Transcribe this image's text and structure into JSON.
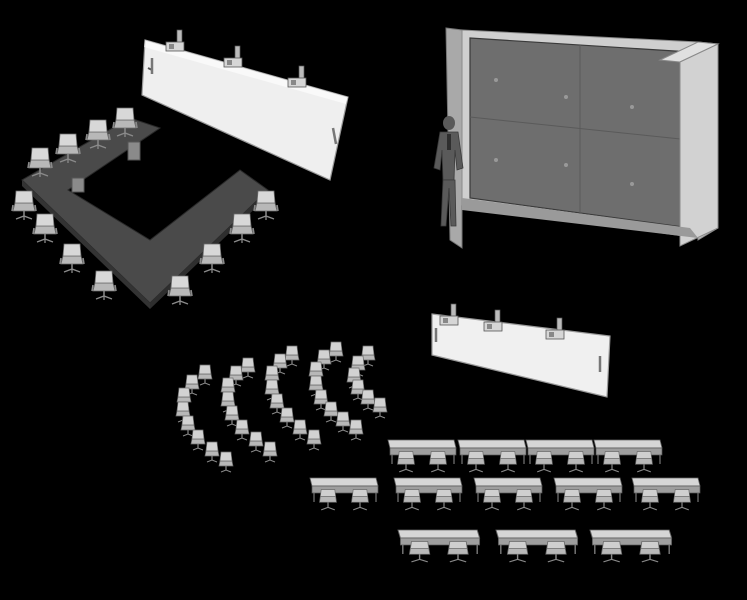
{
  "scene": {
    "background": "#000000",
    "colors": {
      "board_face": "#eeeeee",
      "table_top": "#4a4a4a",
      "chair": "#bdbdbd",
      "projector": "#d0d0d0",
      "wall_panel": "#6e6e6e",
      "wall_frame": "#cfcfcf",
      "person": "#5a5a5a",
      "desk": "#bfbfbf"
    },
    "groups": [
      {
        "id": "u-shaped-boardroom",
        "icon": "conference-table-icon"
      },
      {
        "id": "video-wall",
        "icon": "display-wall-icon"
      },
      {
        "id": "small-whiteboard",
        "icon": "whiteboard-icon"
      },
      {
        "id": "auditorium-arcs",
        "icon": "theater-seating-icon"
      },
      {
        "id": "classroom-desks",
        "icon": "classroom-icon"
      }
    ]
  }
}
